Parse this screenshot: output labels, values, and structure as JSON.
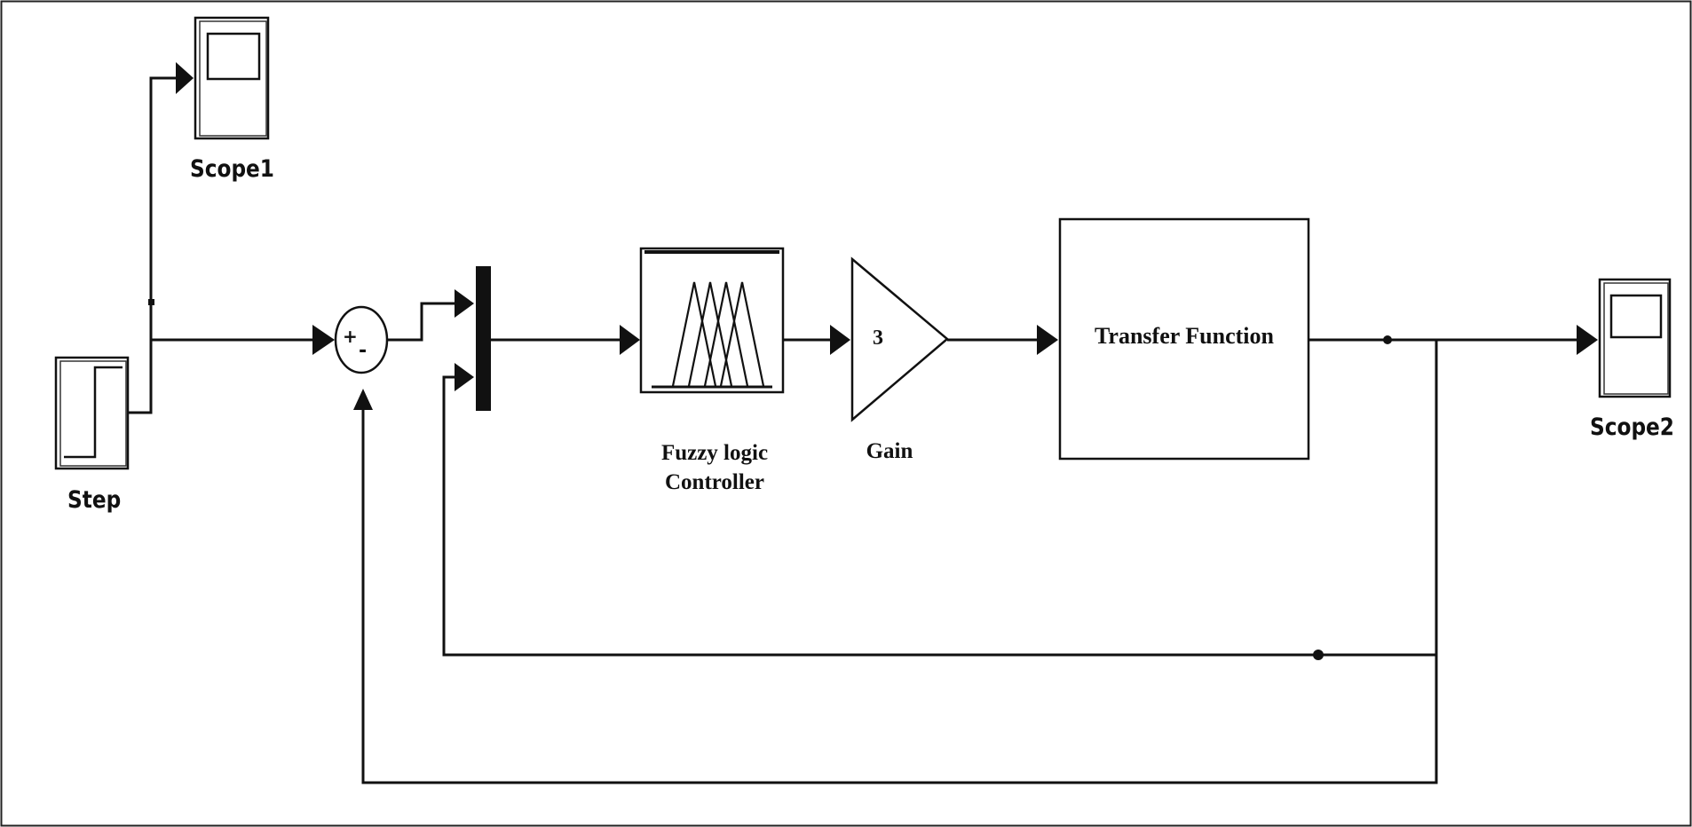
{
  "diagram": {
    "blocks": {
      "step": {
        "label": "Step"
      },
      "scope1": {
        "label": "Scope1"
      },
      "scope2": {
        "label": "Scope2"
      },
      "sum": {
        "plus": "+",
        "minus": "-"
      },
      "fuzzy": {
        "label_line1": "Fuzzy logic",
        "label_line2": "Controller"
      },
      "gain": {
        "value": "3",
        "label": "Gain"
      },
      "transfer": {
        "label": "Transfer Function"
      }
    }
  }
}
